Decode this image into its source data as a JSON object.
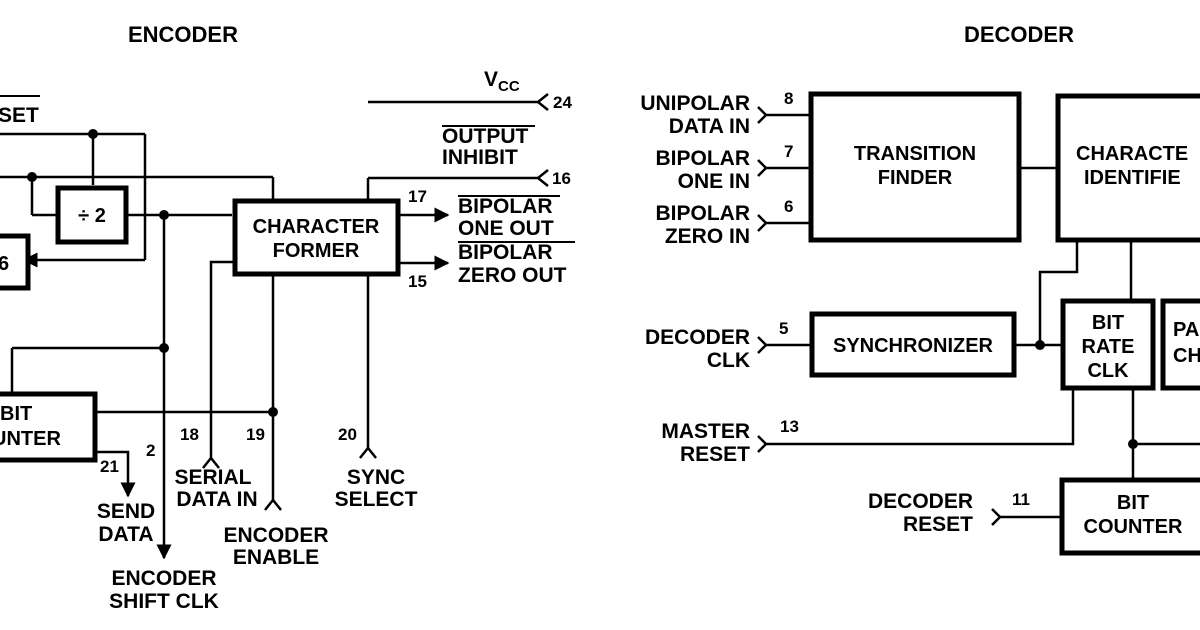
{
  "encoder": {
    "title": "ENCODER",
    "reset_fragment": "SET",
    "vcc": "V",
    "vcc_sub": "CC",
    "pin_vcc": "24",
    "output_inhibit": [
      "OUTPUT",
      "INHIBIT"
    ],
    "pin_inhibit": "16",
    "divider": "÷ 2",
    "counter_fragment": "6",
    "char_former": [
      "CHARACTER",
      "FORMER"
    ],
    "pin_17": "17",
    "pin_15": "15",
    "bipolar_one_out": [
      "BIPOLAR",
      "ONE OUT"
    ],
    "bipolar_zero_out": [
      "BIPOLAR",
      "ZERO OUT"
    ],
    "bit_counter": [
      "BIT",
      "UNTER"
    ],
    "pin_18": "18",
    "pin_19": "19",
    "pin_20": "20",
    "pin_21": "21",
    "pin_2": "2",
    "serial_data_in": [
      "SERIAL",
      "DATA IN"
    ],
    "encoder_enable": [
      "ENCODER",
      "ENABLE"
    ],
    "sync_select": [
      "SYNC",
      "SELECT"
    ],
    "send_data": [
      "SEND",
      "DATA"
    ],
    "encoder_shift_clk": [
      "ENCODER",
      "SHIFT CLK"
    ]
  },
  "decoder": {
    "title": "DECODER",
    "unipolar_data_in": [
      "UNIPOLAR",
      "DATA IN"
    ],
    "pin_8": "8",
    "bipolar_one_in": [
      "BIPOLAR",
      "ONE IN"
    ],
    "pin_7": "7",
    "bipolar_zero_in": [
      "BIPOLAR",
      "ZERO IN"
    ],
    "pin_6": "6",
    "transition_finder": [
      "TRANSITION",
      "FINDER"
    ],
    "char_identifier": [
      "CHARACTE",
      "IDENTIFIE"
    ],
    "decoder_clk": [
      "DECODER",
      "CLK"
    ],
    "pin_5": "5",
    "synchronizer": "SYNCHRONIZER",
    "bit_rate_clk": [
      "BIT",
      "RATE",
      "CLK"
    ],
    "pa_ch": [
      "PA",
      "CH"
    ],
    "master_reset": [
      "MASTER",
      "RESET"
    ],
    "pin_13": "13",
    "decoder_reset": [
      "DECODER",
      "RESET"
    ],
    "pin_11": "11",
    "bit_counter": [
      "BIT",
      "COUNTER"
    ]
  }
}
